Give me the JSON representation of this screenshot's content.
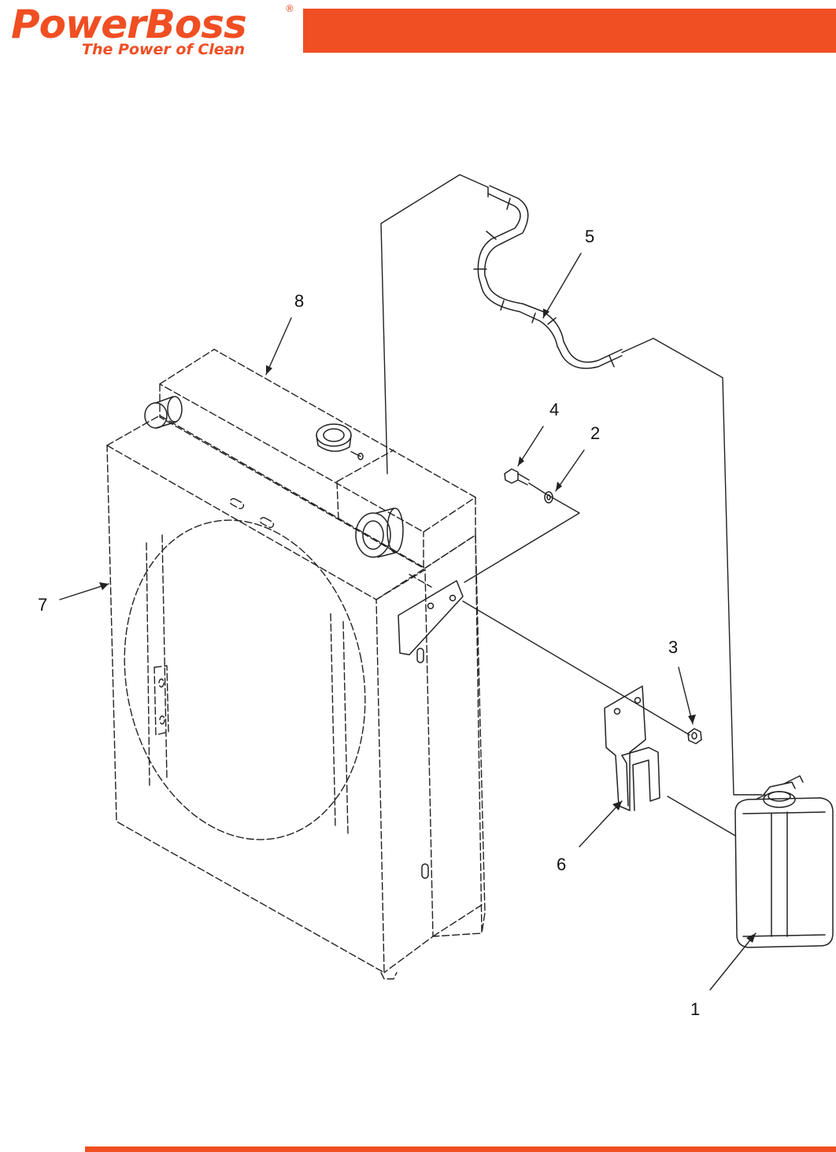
{
  "brand": {
    "name": "PowerBoss",
    "registered_mark": "®",
    "tagline": "The Power of Clean",
    "accent_color": "#f04e23"
  },
  "callouts": [
    {
      "id": "1",
      "label": "1"
    },
    {
      "id": "2",
      "label": "2"
    },
    {
      "id": "3",
      "label": "3"
    },
    {
      "id": "4",
      "label": "4"
    },
    {
      "id": "5",
      "label": "5"
    },
    {
      "id": "6",
      "label": "6"
    },
    {
      "id": "7",
      "label": "7"
    },
    {
      "id": "8",
      "label": "8"
    }
  ]
}
